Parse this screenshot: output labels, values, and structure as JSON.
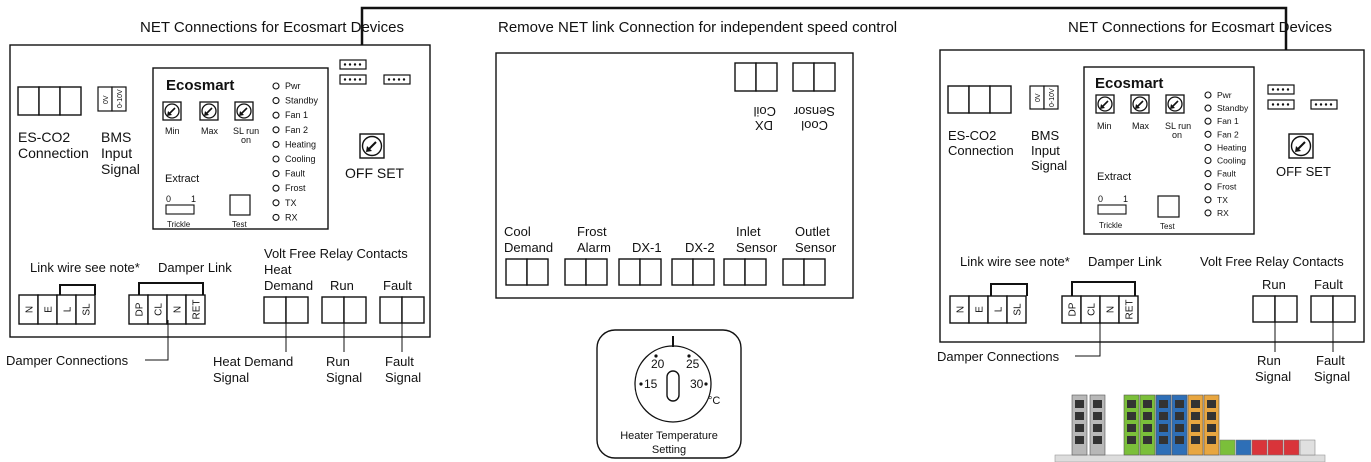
{
  "top_labels": {
    "net_left": "NET Connections for Ecosmart Devices",
    "net_middle": "Remove NET link Connection for independent speed control",
    "net_right": "NET Connections for Ecosmart Devices"
  },
  "left_panel": {
    "es_co2_line1": "ES-CO2",
    "es_co2_line2": "Connection",
    "bms_line1": "BMS",
    "bms_line2": "Input",
    "bms_line3": "Signal",
    "bms_0v": "0V",
    "bms_010v": "0-10V",
    "brand": "Ecosmart",
    "knob_min": "Min",
    "knob_max": "Max",
    "knob_sl1": "SL run",
    "knob_sl2": "on",
    "extract": "Extract",
    "trickle_0": "0",
    "trickle_1": "1",
    "trickle": "Trickle",
    "test": "Test",
    "leds": [
      "Pwr",
      "Standby",
      "Fan 1",
      "Fan 2",
      "Heating",
      "Cooling",
      "Fault",
      "Frost",
      "TX",
      "RX"
    ],
    "offset": "OFF SET",
    "link_wire": "Link wire see note*",
    "damper_link": "Damper Link",
    "volt_free": "Volt Free Relay Contacts",
    "heat_demand_1": "Heat",
    "heat_demand_2": "Demand",
    "run": "Run",
    "fault": "Fault",
    "terms_a": [
      "N",
      "E",
      "L",
      "SL"
    ],
    "terms_b": [
      "DP",
      "CL",
      "N",
      "RET"
    ],
    "damper_connections": "Damper Connections",
    "heat_signal_1": "Heat Demand",
    "heat_signal_2": "Signal",
    "run_signal_1": "Run",
    "run_signal_2": "Signal",
    "fault_signal_1": "Fault",
    "fault_signal_2": "Signal"
  },
  "middle_panel": {
    "dx_coil_1": "DX",
    "dx_coil_2": "Coil",
    "cool_sensor_1": "Cool",
    "cool_sensor_2": "Sensor",
    "cool_demand_1": "Cool",
    "cool_demand_2": "Demand",
    "frost_alarm_1": "Frost",
    "frost_alarm_2": "Alarm",
    "dx1": "DX-1",
    "dx2": "DX-2",
    "inlet_1": "Inlet",
    "inlet_2": "Sensor",
    "outlet_1": "Outlet",
    "outlet_2": "Sensor"
  },
  "heater": {
    "t20": "20",
    "t25": "25",
    "t15": "15",
    "t30": "30",
    "unit": "°C",
    "label_1": "Heater Temperature",
    "label_2": "Setting"
  },
  "right_panel": {
    "es_co2_line1": "ES-CO2",
    "es_co2_line2": "Connection",
    "bms_line1": "BMS",
    "bms_line2": "Input",
    "bms_line3": "Signal",
    "bms_0v": "0V",
    "bms_010v": "0-10V",
    "brand": "Ecosmart",
    "knob_min": "Min",
    "knob_max": "Max",
    "knob_sl1": "SL run",
    "knob_sl2": "on",
    "extract": "Extract",
    "trickle_0": "0",
    "trickle_1": "1",
    "trickle": "Trickle",
    "test": "Test",
    "leds": [
      "Pwr",
      "Standby",
      "Fan 1",
      "Fan 2",
      "Heating",
      "Cooling",
      "Fault",
      "Frost",
      "TX",
      "RX"
    ],
    "offset": "OFF SET",
    "link_wire": "Link wire see note*",
    "damper_link": "Damper Link",
    "volt_free": "Volt Free Relay Contacts",
    "run": "Run",
    "fault": "Fault",
    "terms_a": [
      "N",
      "E",
      "L",
      "SL"
    ],
    "terms_b": [
      "DP",
      "CL",
      "N",
      "RET"
    ],
    "damper_connections": "Damper Connections",
    "run_signal_1": "Run",
    "run_signal_2": "Signal",
    "fault_signal_1": "Fault",
    "fault_signal_2": "Signal"
  }
}
